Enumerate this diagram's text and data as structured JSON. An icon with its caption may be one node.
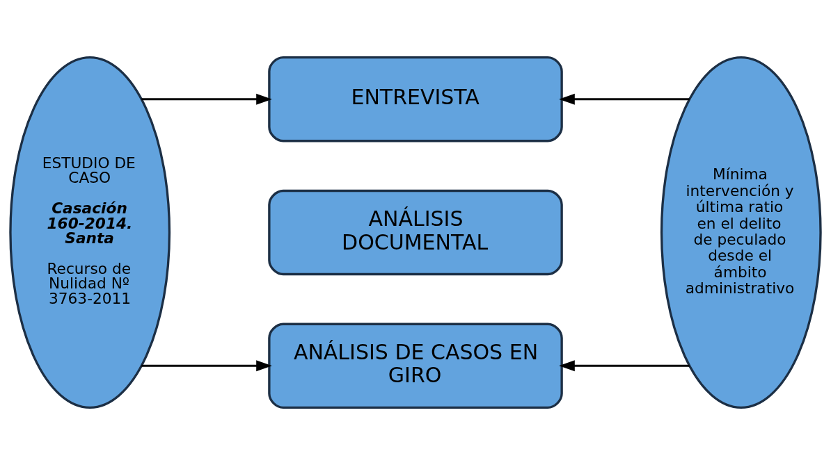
{
  "diagram": {
    "nodes": [
      {
        "text": [
          "ESTUDIO DE CASO",
          "Casación 160-2014. Santa",
          "Recurso de Nulidad Nº 3763-2011"
        ]
      },
      {
        "text": [
          "ENTREVISTA"
        ]
      },
      {
        "text": [
          "ANÁLISIS DOCUMENTAL"
        ]
      },
      {
        "text": [
          "ANÁLISIS DE CASOS EN GIRO"
        ]
      },
      {
        "text": [
          "Mínima intervención y última ratio en el delito de peculado desde el ámbito administrativo"
        ]
      }
    ],
    "edges": [
      {
        "from": 0,
        "to": 1,
        "arrow": "to"
      },
      {
        "from": 0,
        "to": 3,
        "arrow": "to"
      },
      {
        "from": 4,
        "to": 1,
        "arrow": "to"
      },
      {
        "from": 4,
        "to": 3,
        "arrow": "to"
      }
    ]
  }
}
